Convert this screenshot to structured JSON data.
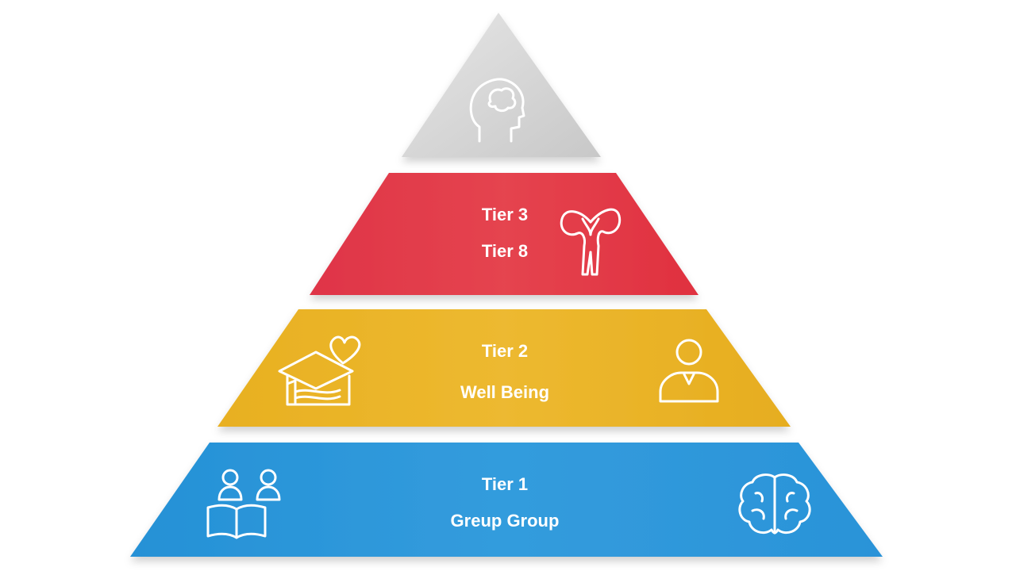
{
  "pyramid": {
    "levels": [
      {
        "name": "top",
        "color": "#d4d4d4",
        "texts": [],
        "icons": [
          "head-brain-icon"
        ]
      },
      {
        "name": "tier-red",
        "color": "#e23a4b",
        "texts": [
          "Tier 3",
          "Tier 8"
        ],
        "icons": [
          "uterus-icon"
        ]
      },
      {
        "name": "tier-yellow",
        "color": "#eab324",
        "texts": [
          "Tier 2",
          "Well Being"
        ],
        "icons": [
          "graduation-heart-icon",
          "person-icon"
        ]
      },
      {
        "name": "tier-blue",
        "color": "#2a95d8",
        "texts": [
          "Tier 1",
          "Greup Group"
        ],
        "icons": [
          "people-book-icon",
          "brain-icon"
        ]
      }
    ]
  }
}
